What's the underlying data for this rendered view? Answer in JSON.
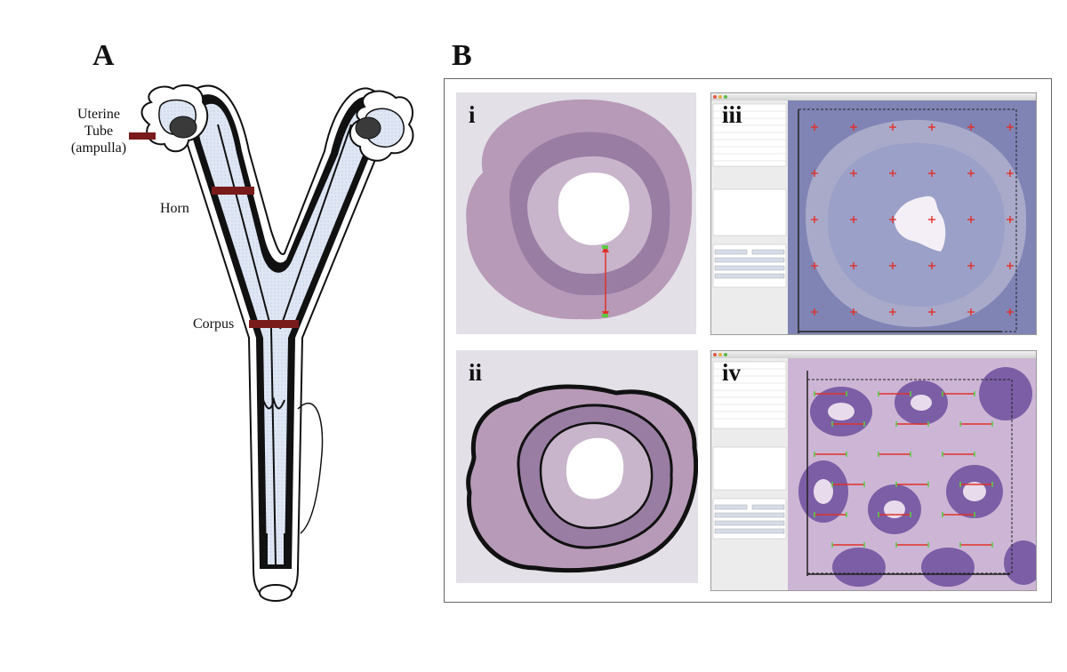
{
  "panels": {
    "a": {
      "letter": "A",
      "labels": {
        "uterine_tube": [
          "Uterine",
          "Tube",
          "(ampulla)"
        ],
        "horn": "Horn",
        "corpus": "Corpus"
      }
    },
    "b": {
      "letter": "B",
      "subpanels": [
        "i",
        "ii",
        "iii",
        "iv"
      ]
    }
  },
  "colors": {
    "tissue": "#b79ab8",
    "tissue_dark": "#8d6f93",
    "section_marker": "#7a1b1b",
    "lumen": "#d8e2f2",
    "histo_blue": "#8b8fbf",
    "measure_red": "#e0322a",
    "probe_green": "#5ec948"
  },
  "icons": {
    "probe": "cross-probe-icon",
    "measure": "double-arrow-icon"
  }
}
